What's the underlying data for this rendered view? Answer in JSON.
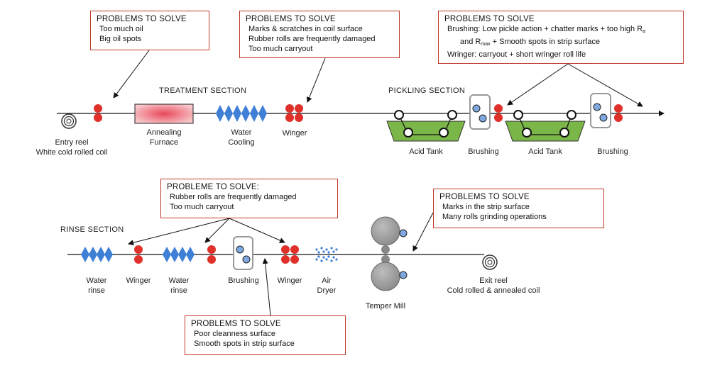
{
  "problem_boxes": {
    "box1": {
      "title": "PROBLEMS TO SOLVE",
      "lines": [
        "Too much oil",
        "Big oil spots"
      ]
    },
    "box2": {
      "title": "PROBLEMS TO SOLVE",
      "lines": [
        "Marks & scratches in coil surface",
        "Rubber rolls are frequently damaged",
        "Too much carryout"
      ]
    },
    "box3": {
      "title": "PROBLEMS TO SOLVE",
      "line1_prefix": "Brushing: Low pickle action + chatter marks + too high R",
      "line1_sub": "a",
      "line2_prefix": "and R",
      "line2_sub": "max",
      "line2_suffix": " + Smooth spots in strip surface",
      "line3": "Wringer: carryout + short wringer roll life"
    },
    "box4": {
      "title": "PROBLEME TO SOLVE:",
      "lines": [
        "Rubber rolls are frequently damaged",
        "Too much carryout"
      ]
    },
    "box5": {
      "title": "PROBLEMS TO SOLVE",
      "lines": [
        "Marks in the strip surface",
        "Many rolls grinding operations"
      ]
    },
    "box6": {
      "title": "PROBLEMS TO SOLVE",
      "lines": [
        "Poor cleanness surface",
        "Smooth spots in strip surface"
      ]
    }
  },
  "sections": {
    "treatment": "TREATMENT SECTION",
    "pickling": "PICKLING SECTION",
    "rinse": "RINSE SECTION"
  },
  "labels": {
    "entry_reel_1": "Entry reel",
    "entry_reel_2": "White cold rolled coil",
    "annealing_1": "Annealing",
    "annealing_2": "Furnace",
    "water_cooling_1": "Water",
    "water_cooling_2": "Cooling",
    "winger_top": "Winger",
    "acid_tank_1": "Acid Tank",
    "brushing_1": "Brushing",
    "acid_tank_2": "Acid Tank",
    "brushing_2": "Brushing",
    "water_rinse_1a": "Water",
    "water_rinse_1b": "rinse",
    "winger_1": "Winger",
    "water_rinse_2a": "Water",
    "water_rinse_2b": "rinse",
    "brushing_3": "Brushing",
    "winger_2": "Winger",
    "air_dryer_1": "Air",
    "air_dryer_2": "Dryer",
    "temper_mill": "Temper Mill",
    "exit_reel_1": "Exit reel",
    "exit_reel_2": "Cold rolled & annealed coil"
  },
  "colors": {
    "problem_border": "#c0392b",
    "roll_red": "#e0302a",
    "diamond_blue": "#3f7fd6",
    "tank_green": "#7ab648",
    "brush_blue": "#7fa8e0",
    "mill_gray": "#9a9a9a",
    "furnace_pink": "#f2a0a8"
  }
}
